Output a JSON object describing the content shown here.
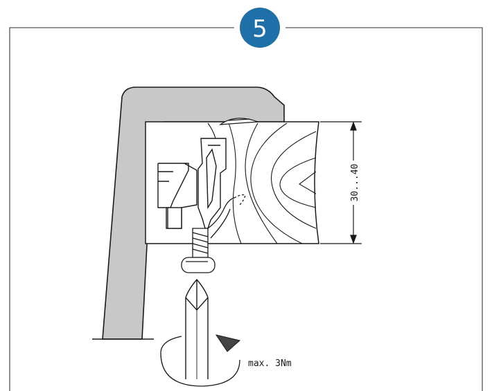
{
  "step": {
    "number": "5",
    "badge_color": "#1f6fa8"
  },
  "dimension": {
    "label": "30...40"
  },
  "torque": {
    "label": "max. 3Nm"
  },
  "colors": {
    "line": "#1a1a1a",
    "part_fill": "#c8c8c8",
    "frame": "#555555"
  },
  "icons": [
    "step-number-badge",
    "screwdriver-icon",
    "rotation-arrow-icon",
    "screw-icon"
  ]
}
